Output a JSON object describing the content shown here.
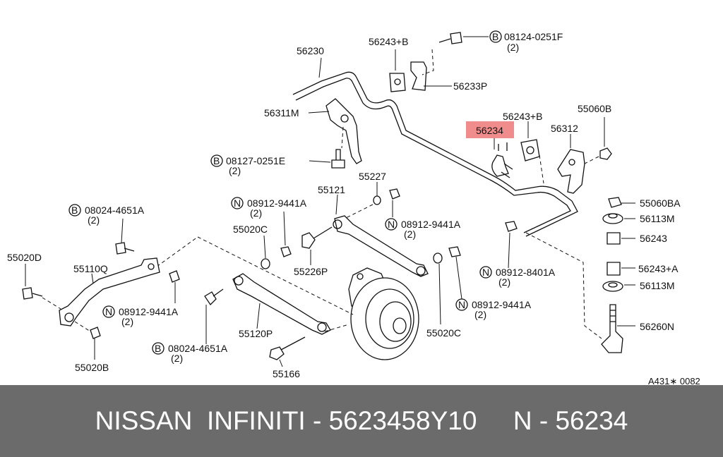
{
  "diagram": {
    "code": "A431∗ 0082",
    "highlight": {
      "label": "56234",
      "color": "#f08c8c"
    },
    "labels": {
      "p56230": "56230",
      "p56243b_top": "56243+B",
      "p08124_0251f": "08124-0251F",
      "p08124_qty": "(2)",
      "p56233p": "56233P",
      "p56311m": "56311M",
      "p56243b_mid": "56243+B",
      "p55060b": "55060B",
      "p56312": "56312",
      "p08127_0251e": "08127-0251E",
      "p08127_qty": "(2)",
      "p55227": "55227",
      "p55121": "55121",
      "p08912_9441a_1": "08912-9441A",
      "p08912_9441a_1_qty": "(2)",
      "p08024_4651a_1": "08024-4651A",
      "p08024_4651a_1_qty": "(2)",
      "p55020c_1": "55020C",
      "p08912_9441a_2": "08912-9441A",
      "p08912_9441a_2_qty": "(2)",
      "p55060ba": "55060BA",
      "p56113m_1": "56113M",
      "p55020d": "55020D",
      "p55110q": "55110Q",
      "p55226p": "55226P",
      "p56243": "56243",
      "p08912_8401a": "08912-8401A",
      "p08912_8401a_qty": "(2)",
      "p56243a": "56243+A",
      "p56113m_2": "56113M",
      "p08912_9441a_3": "08912-9441A",
      "p08912_9441a_3_qty": "(2)",
      "p08912_9441a_4": "08912-9441A",
      "p08912_9441a_4_qty": "(2)",
      "p56260n": "56260N",
      "p55120p": "55120P",
      "p55020c_2": "55020C",
      "p08024_4651a_2": "08024-4651A",
      "p08024_4651a_2_qty": "(2)",
      "p55020b": "55020B",
      "p55166": "55166"
    },
    "callout_prefix": {
      "bolt": "B",
      "nut": "N"
    }
  },
  "footer": {
    "text": "NISSAN  INFINITI - 5623458Y10     N - 56234",
    "background": "#6b6b6b"
  }
}
